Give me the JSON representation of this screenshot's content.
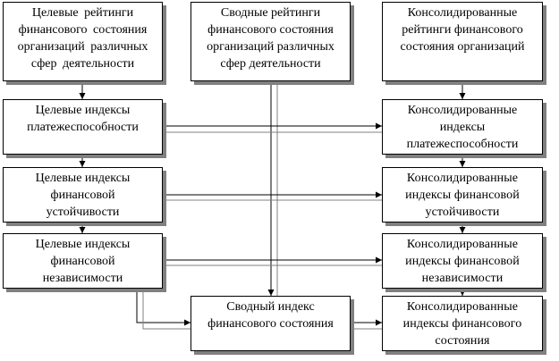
{
  "boxes": {
    "target_ratings": "Целевые  рейтинги\nфинансового состояния\nорганизаций  различных\nсфер деятельности",
    "summary_ratings": "Сводные рейтинги\nфинансового состояния\nорганизаций  различных\nсфер деятельности",
    "consolidated_ratings": "Консолидированные\nрейтинги финансового\nсостояния организаций",
    "target_solvency": "Целевые индексы\nплатежеспособности",
    "target_stability": "Целевые индексы\nфинансовой\nустойчивости",
    "target_independence": "Целевые индексы\nфинансовой\nнезависимости",
    "consolidated_solvency": "Консолидированные\nиндексы\nплатежеспособности",
    "consolidated_stability": "Консолидированные\nиндексы финансовой\nустойчивости",
    "consolidated_independence": "Консолидированные\nиндексы финансовой\nнезависимости",
    "summary_index": "Сводный индекс\nфинансового состояния",
    "consolidated_state": "Консолидированные\nиндексы финансового\nсостояния"
  }
}
